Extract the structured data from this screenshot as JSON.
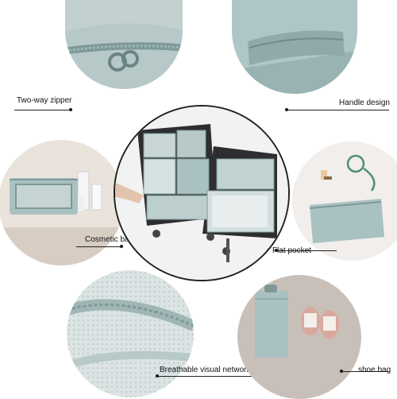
{
  "callouts": {
    "two_way_zipper": "Two-way zipper",
    "handle_design": "Handle design",
    "cosmetic_bag": "Cosmetic bag",
    "flat_pocket": "Flat pocket",
    "breathable_network": "Breathable visual network",
    "shoe_bag": "shoe bag"
  },
  "colors": {
    "product": "#a9c2c1",
    "product_dark": "#7d9998",
    "mesh": "#dbe3e3",
    "suitcase": "#2e2e30",
    "shoe_bg": "#c9bfb9",
    "sneaker": "#d9a89d"
  },
  "icons": {
    "zipper_pull": "zipper-pull-icon",
    "handle": "handle-icon",
    "shoe": "sneaker-icon"
  }
}
